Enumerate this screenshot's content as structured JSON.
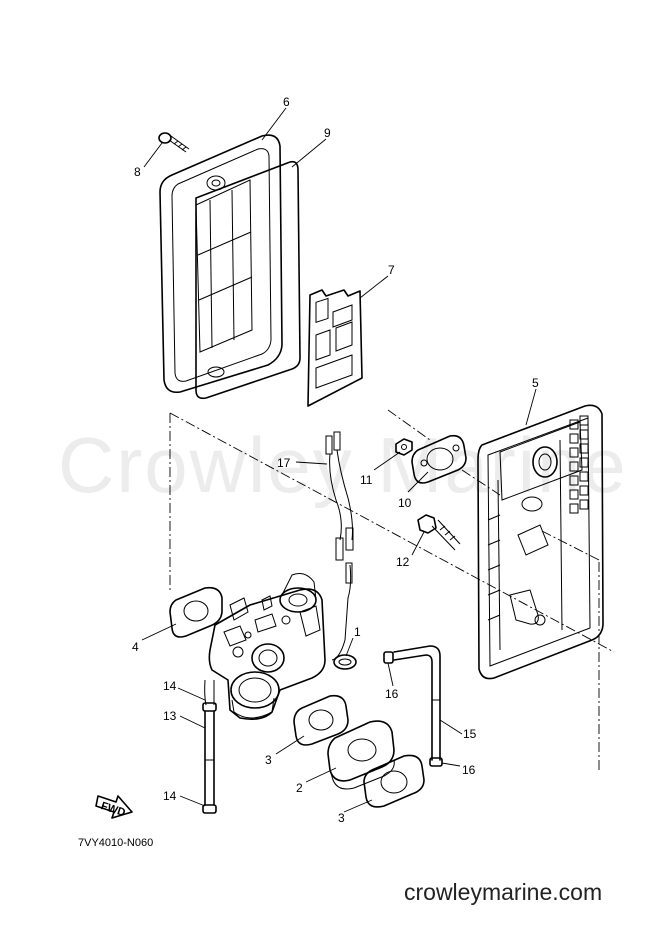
{
  "watermark": "Crowley Marine",
  "site": "crowleymarine.com",
  "diagram_code": "7VY4010-N060",
  "fwd_label": "FWD",
  "labels": {
    "l1": "1",
    "l2": "2",
    "l3a": "3",
    "l3b": "3",
    "l4": "4",
    "l5": "5",
    "l6": "6",
    "l7": "7",
    "l8": "8",
    "l9": "9",
    "l10": "10",
    "l11": "11",
    "l12": "12",
    "l13": "13",
    "l14a": "14",
    "l14b": "14",
    "l15": "15",
    "l16a": "16",
    "l16b": "16",
    "l17": "17"
  }
}
